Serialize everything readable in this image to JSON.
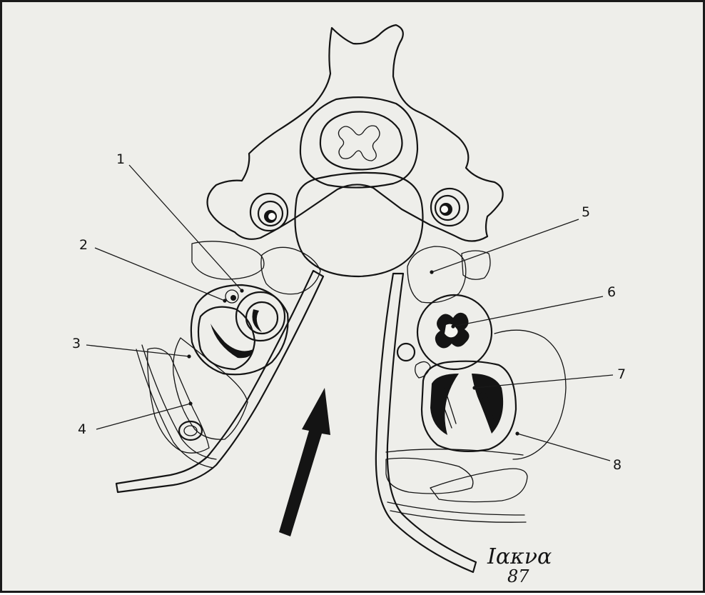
{
  "diagram": {
    "labels": [
      {
        "id": "1",
        "text": "1"
      },
      {
        "id": "2",
        "text": "2"
      },
      {
        "id": "3",
        "text": "3"
      },
      {
        "id": "4",
        "text": "4"
      },
      {
        "id": "5",
        "text": "5"
      },
      {
        "id": "6",
        "text": "6"
      },
      {
        "id": "7",
        "text": "7"
      },
      {
        "id": "8",
        "text": "8"
      }
    ],
    "signature": {
      "name": "Ιακνα",
      "year": "87"
    },
    "colors": {
      "background": "#eeeeea",
      "ink": "#141414"
    }
  }
}
